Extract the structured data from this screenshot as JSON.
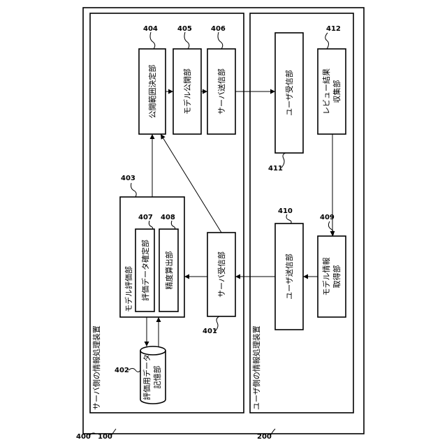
{
  "frames": {
    "outer": {
      "ref": "400"
    },
    "server": {
      "ref": "100",
      "title": "サーバ側の情報処理装置"
    },
    "user": {
      "ref": "200",
      "title": "ユーザ側の情報処理装置"
    }
  },
  "blocks": {
    "b401": {
      "ref": "401",
      "label": "サーバ受信部"
    },
    "b402": {
      "ref": "402",
      "label1": "評価用データ",
      "label2": "記憶部"
    },
    "b403": {
      "ref": "403",
      "label": "モデル評価部"
    },
    "b404": {
      "ref": "404",
      "label": "公開範囲決定部"
    },
    "b405": {
      "ref": "405",
      "label": "モデル公開部"
    },
    "b406": {
      "ref": "406",
      "label": "サーバ送信部"
    },
    "b407": {
      "ref": "407",
      "label": "評価データ確定部"
    },
    "b408": {
      "ref": "408",
      "label": "精度算出部"
    },
    "b409": {
      "ref": "409",
      "label1": "モデル情報",
      "label2": "取得部"
    },
    "b410": {
      "ref": "410",
      "label": "ユーザ送信部"
    },
    "b411": {
      "ref": "411",
      "label": "ユーザ受信部"
    },
    "b412": {
      "ref": "412",
      "label1": "レビュー結果",
      "label2": "収集部"
    }
  }
}
